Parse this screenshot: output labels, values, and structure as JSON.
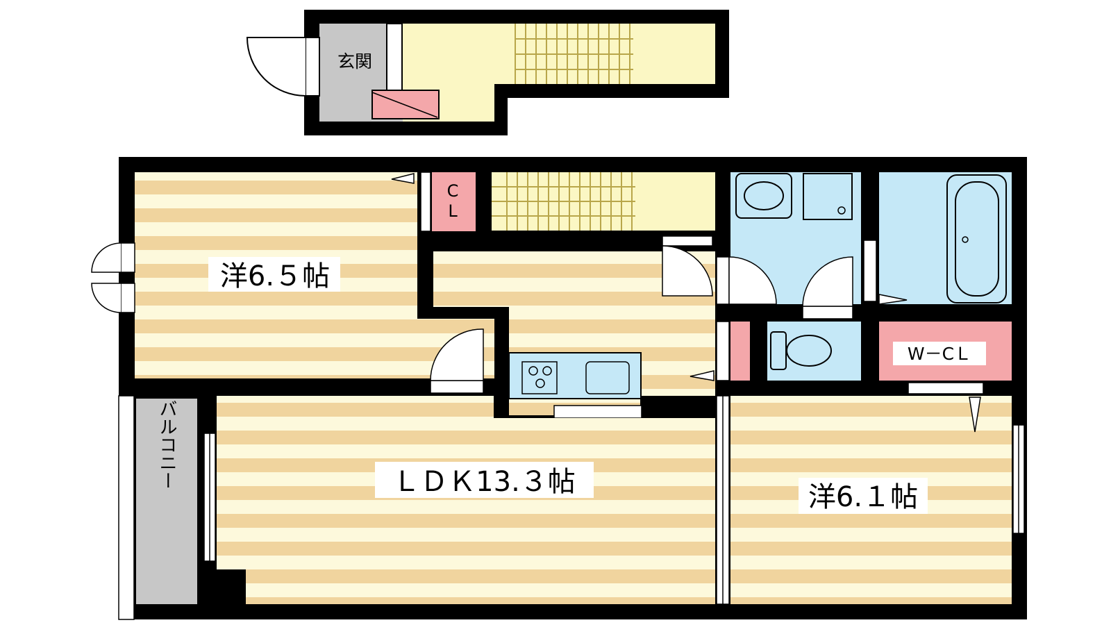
{
  "rooms": {
    "entrance": "玄関",
    "closet_top": "C",
    "closet_bottom": "L",
    "western_room_1": "洋6.５帖",
    "ldk": "ＬＤＫ13.３帖",
    "western_room_2": "洋6.１帖",
    "walk_in_closet": "W－CＬ",
    "balcony": "バルコニー"
  },
  "colors": {
    "wall": "#000000",
    "floor_stripe": "#f0d49e",
    "floor_light": "#fdf9dc",
    "hall": "#fbf7c4",
    "wet_area": "#c5e8f7",
    "storage": "#f4a7aa",
    "entrance_floor": "#c7c7c7",
    "balcony_floor": "#c7c7c7"
  }
}
